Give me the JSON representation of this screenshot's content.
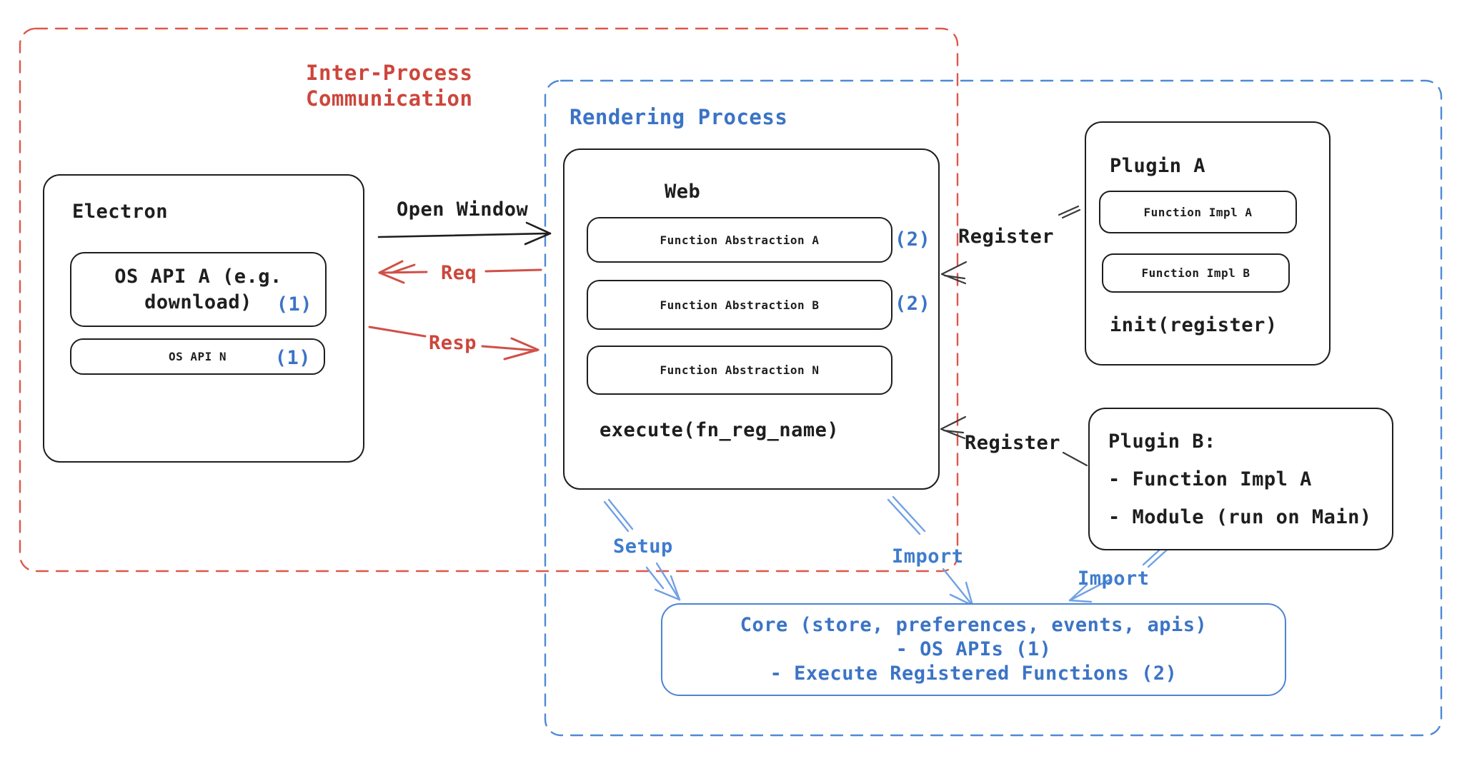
{
  "groups": {
    "ipc": {
      "label_line1": "Inter-Process",
      "label_line2": "Communication"
    },
    "rendering": {
      "label": "Rendering Process"
    }
  },
  "electron": {
    "title": "Electron",
    "os_api_a": {
      "line1": "OS API A (e.g.",
      "line2": "download)",
      "badge": "(1)"
    },
    "os_api_n": {
      "label": "OS API N",
      "badge": "(1)"
    }
  },
  "web": {
    "title": "Web",
    "fa_a": {
      "label": "Function Abstraction A",
      "badge": "(2)"
    },
    "fa_b": {
      "label": "Function Abstraction B",
      "badge": "(2)"
    },
    "fa_n": {
      "label": "Function Abstraction N"
    },
    "execute_label": "execute(fn_reg_name)"
  },
  "plugin_a": {
    "title": "Plugin A",
    "impl_a": "Function Impl A",
    "impl_b": "Function Impl B",
    "init_label": "init(register)"
  },
  "plugin_b": {
    "line1": "Plugin B:",
    "line2": "- Function Impl A",
    "line3": "- Module (run on Main)"
  },
  "core": {
    "line1": "Core (store, preferences, events, apis)",
    "line2": "- OS APIs (1)",
    "line3": "- Execute Registered Functions (2)"
  },
  "arrows": {
    "open_window": "Open Window",
    "req": "Req",
    "resp": "Resp",
    "register_plugin_a": "Register",
    "register_plugin_b": "Register",
    "setup": "Setup",
    "import_web": "Import",
    "import_plugin_b": "Import"
  },
  "colors": {
    "black": "#1e1e1e",
    "red_text": "#cd463c",
    "red_dash": "#dd574b",
    "blue_text": "#3b74c6",
    "blue_dash": "#4e89d5",
    "core_border": "#4b85d3",
    "light_blue_arrow": "#70a1e4"
  }
}
